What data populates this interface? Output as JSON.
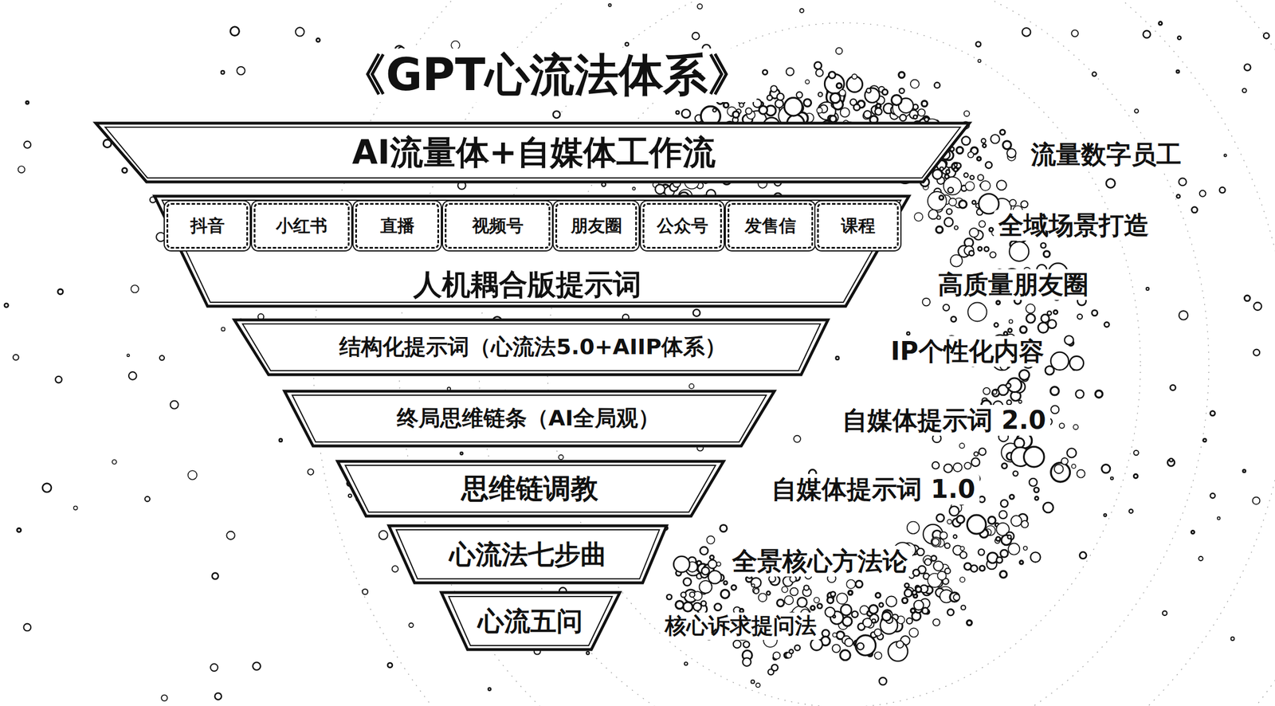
{
  "diagram": {
    "title": "《GPT心流法体系》",
    "nodes": [
      {
        "text": [
          "AI流量体+自媒体工作流"
        ]
      },
      {
        "text": [
          "人机耦合版提示词"
        ]
      },
      {
        "text": [
          "抖音"
        ],
        "in": 1
      },
      {
        "text": [
          "小红书"
        ],
        "in": 1
      },
      {
        "text": [
          "直播"
        ],
        "in": 1
      },
      {
        "text": [
          "视频号"
        ],
        "in": 1
      },
      {
        "text": [
          "朋友圈"
        ],
        "in": 1
      },
      {
        "text": [
          "公众号"
        ],
        "in": 1
      },
      {
        "text": [
          "发售信"
        ],
        "in": 1
      },
      {
        "text": [
          "课程"
        ],
        "in": 1
      },
      {
        "text": [
          "结构化提示词（心流法5.0+AIIP体系）"
        ]
      },
      {
        "text": [
          "终局思维链条（AI全局观）"
        ]
      },
      {
        "text": [
          "思维链调教"
        ]
      },
      {
        "text": [
          "心流法七步曲"
        ]
      },
      {
        "text": [
          "心流五问"
        ]
      }
    ],
    "edges": [],
    "labels": [
      "流量数字员工",
      "全域场景打造",
      "高质量朋友圈",
      "IP个性化内容",
      "自媒体提示词 2.0",
      "自媒体提示词 1.0",
      "全景核心方法论",
      "核心诉求提问法"
    ]
  }
}
